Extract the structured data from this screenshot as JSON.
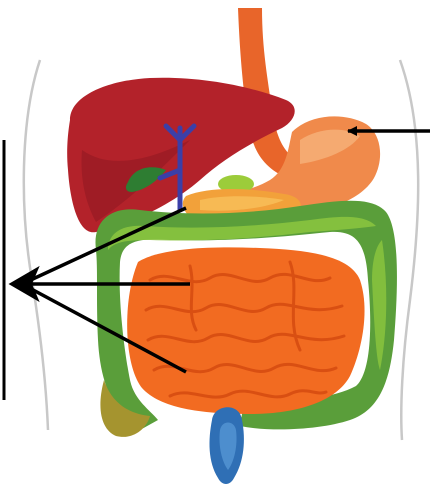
{
  "diagram": {
    "subject": "digestive-system",
    "colors": {
      "background": "#ffffff",
      "body_outline": "#c8c8c8",
      "esophagus": "#e8652a",
      "liver": "#b3222a",
      "liver_shade": "#8e1820",
      "gallbladder": "#2e7d32",
      "bile_duct": "#3b3fa8",
      "stomach": "#f08a4b",
      "stomach_light": "#f6b27a",
      "pancreas": "#f2a13a",
      "pancreas_light": "#f7c15b",
      "spleen_bits": "#9ccc3a",
      "large_intestine": "#5a9e3a",
      "large_intestine_light": "#8cc63f",
      "small_intestine": "#f26b21",
      "small_intestine_fold": "#d94f12",
      "appendix": "#a5942f",
      "rectum": "#2f6fb5",
      "rectum_light": "#5a9bd8",
      "arrows": "#000000",
      "bracket": "#000000"
    },
    "pointers": [
      {
        "target": "stomach"
      },
      {
        "target": "pancreas"
      },
      {
        "target": "small-intestine"
      },
      {
        "target": "small-intestine-lower"
      }
    ]
  }
}
